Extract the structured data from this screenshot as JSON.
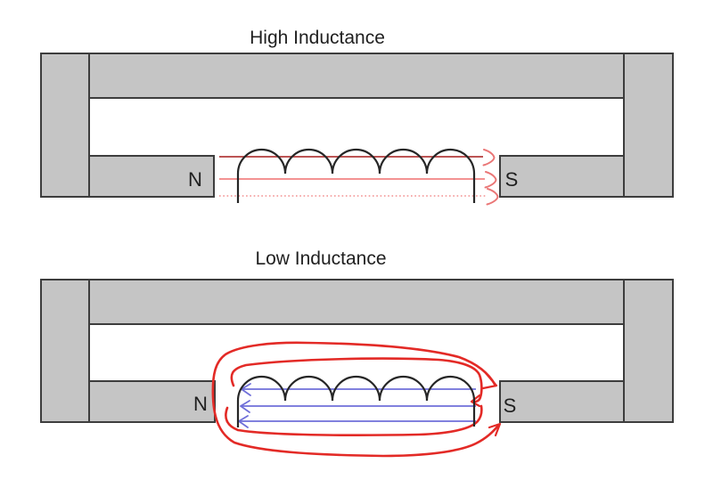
{
  "page": {
    "description": "Two magnetic-circuit diagrams comparing flux linkage of a coil between N and S pole pieces"
  },
  "colors": {
    "page-bg": "#ffffff",
    "core-fill": "#c5c5c5",
    "core-stroke": "#3d3d3d",
    "coil-stroke": "#262626",
    "flux-dark-red": "#b23b3b",
    "flux-light-red": "#ef6e6e",
    "flux-dotted-red": "#f28e8e",
    "flux-arrow-red": "#ea7676",
    "loop-red": "#e32a26",
    "flux-blue": "#6f6fd9",
    "text-color": "#1f1f1f"
  },
  "diagrams": {
    "high": {
      "title": "High Inductance",
      "left_pole_label": "N",
      "right_pole_label": "S",
      "flux_lines": "three horizontal red field lines with rightward hand-drawn arrowheads, bottom line dotted"
    },
    "low": {
      "title": "Low Inductance",
      "left_pole_label": "N",
      "right_pole_label": "S",
      "flux_lines": "three horizontal blue field lines with leftward arrowheads inside a hand-drawn red leakage flux loop encircling the coil"
    }
  }
}
